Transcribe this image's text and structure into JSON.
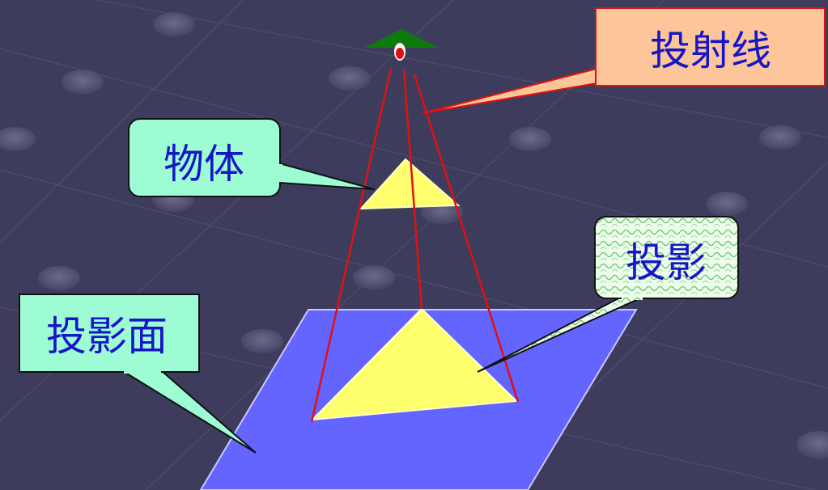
{
  "labels": {
    "projection_line": "投射线",
    "object": "物体",
    "projection": "投影",
    "projection_plane": "投影面"
  },
  "colors": {
    "background": "#3e3c5c",
    "plane": "#6464ff",
    "triangle": "#ffff6e",
    "rays": "#e01010",
    "eye_hat": "#0e7a0e",
    "eye": "#e01010",
    "callout_projection_line": "#fcc59a",
    "callout_object": "#9dfcd3",
    "callout_projection": "#e7fce7",
    "callout_projection_plane": "#9dfcd3",
    "label_text": "#1616c8"
  },
  "icons": {
    "viewpoint": "eye-icon"
  }
}
